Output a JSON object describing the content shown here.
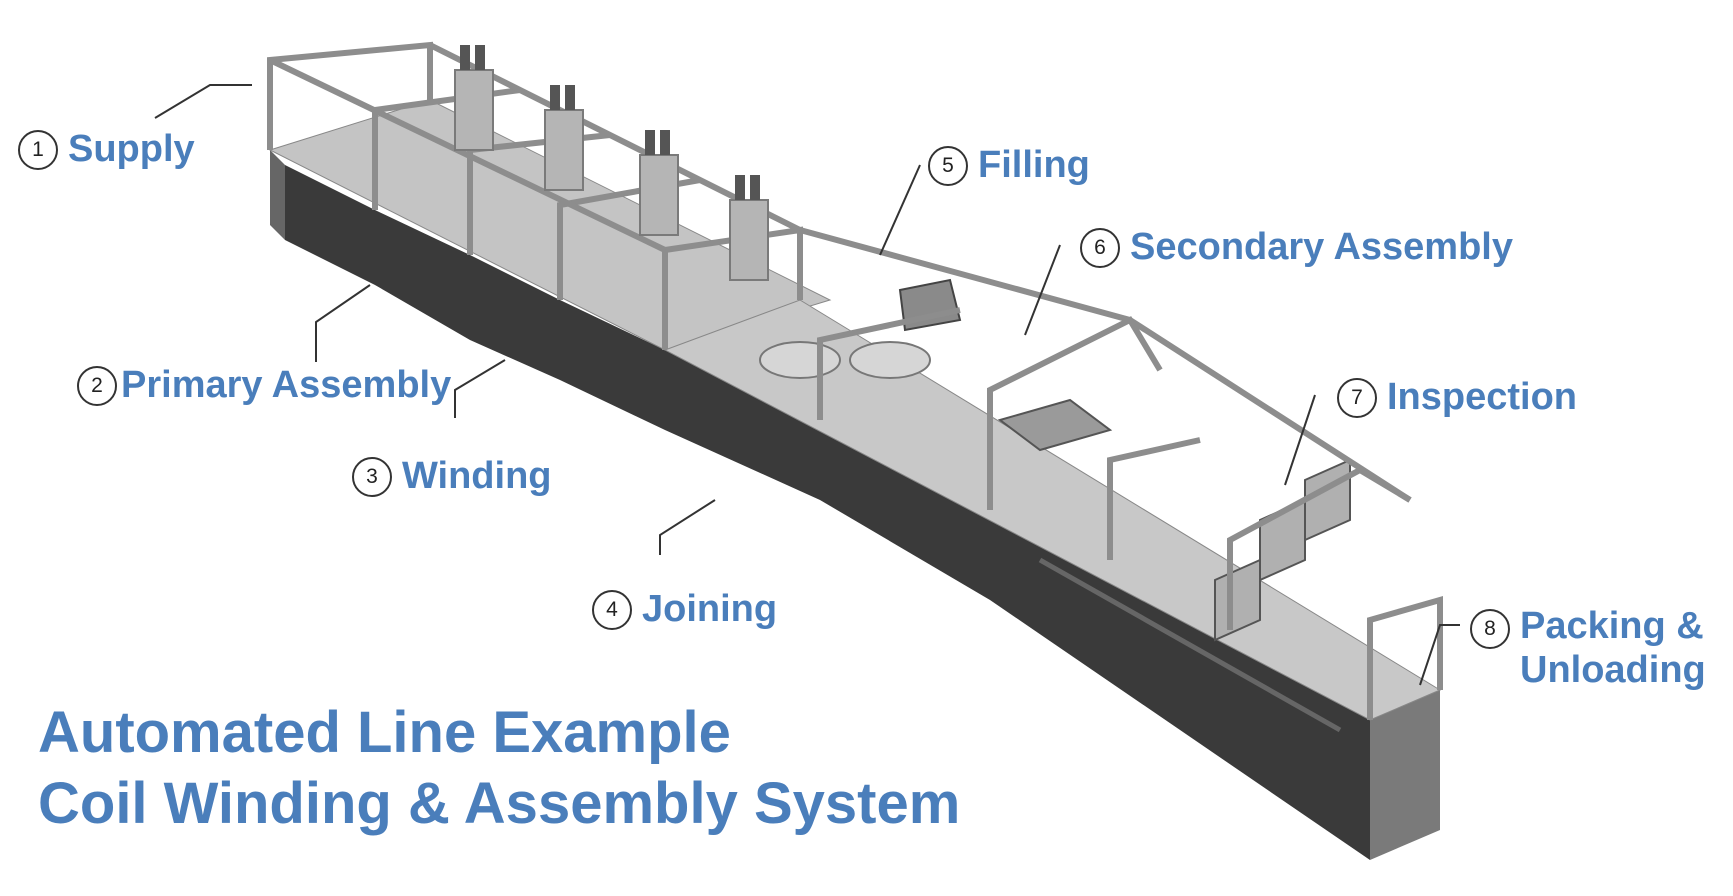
{
  "title": {
    "line1": "Automated Line Example",
    "line2": "Coil Winding & Assembly System"
  },
  "colors": {
    "label": "#4a7ebb",
    "cabinet": "#3a3a3a",
    "frame": "#9c9c9c",
    "deck": "#bfbfbf"
  },
  "stations": [
    {
      "number": "1",
      "label": "Supply"
    },
    {
      "number": "2",
      "label": "Primary Assembly"
    },
    {
      "number": "3",
      "label": "Winding"
    },
    {
      "number": "4",
      "label": "Joining"
    },
    {
      "number": "5",
      "label": "Filling"
    },
    {
      "number": "6",
      "label": "Secondary Assembly"
    },
    {
      "number": "7",
      "label": "Inspection"
    },
    {
      "number": "8",
      "label": "Packing & Unloading"
    }
  ]
}
